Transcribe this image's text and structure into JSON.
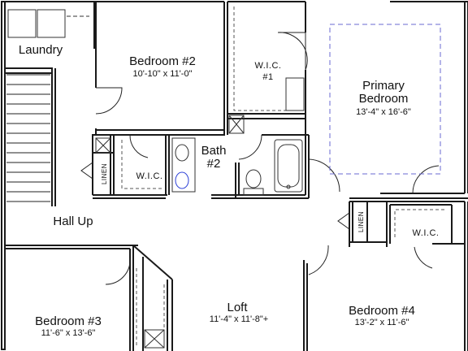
{
  "plan": {
    "rooms": {
      "laundry": {
        "name": "Laundry"
      },
      "bedroom2": {
        "name": "Bedroom #2",
        "dims": "10'-10\" x 11'-0\""
      },
      "wic1": {
        "name_line1": "W.I.C.",
        "name_line2": "#1"
      },
      "primary": {
        "name_line1": "Primary",
        "name_line2": "Bedroom",
        "dims": "13'-4\" x 16'-6\""
      },
      "bath2": {
        "name_line1": "Bath",
        "name_line2": "#2"
      },
      "wic_bath": {
        "name": "W.I.C."
      },
      "linen_left": {
        "name": "LINEN"
      },
      "hall": {
        "name": "Hall Up"
      },
      "linen_right": {
        "name": "LINEN"
      },
      "wic_right": {
        "name": "W.I.C."
      },
      "bedroom3": {
        "name": "Bedroom #3",
        "dims": "11'-6\" x 13'-6\""
      },
      "loft": {
        "name": "Loft",
        "dims": "11'-4\" x 11'-8\"+"
      },
      "bedroom4": {
        "name": "Bedroom #4",
        "dims": "13'-2\" x 11'-6\""
      }
    },
    "colors": {
      "wall": "#1a1a1a",
      "fixture": "#333333",
      "fixture_accent": "#2b3fd6",
      "dashed_rug": "#6a6ad0"
    }
  }
}
